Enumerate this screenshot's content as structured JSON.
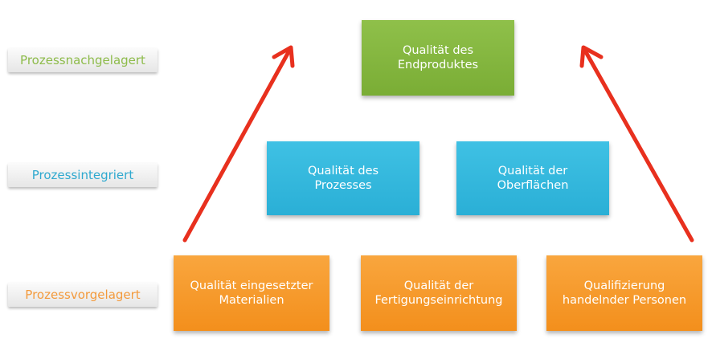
{
  "levels": {
    "post": {
      "label": "Prozessnachgelagert",
      "color": "#8dbb4a"
    },
    "integrated": {
      "label": "Prozessintegriert",
      "color": "#2fa9cf"
    },
    "pre": {
      "label": "Prozessvorgelagert",
      "color": "#f39a3c"
    }
  },
  "boxes": {
    "end_product": {
      "line1": "Qualität des",
      "line2": "Endproduktes"
    },
    "process": {
      "line1": "Qualität des",
      "line2": "Prozesses"
    },
    "surfaces": {
      "line1": "Qualität der",
      "line2": "Oberflächen"
    },
    "materials": {
      "line1": "Qualität eingesetzter",
      "line2": "Materialien"
    },
    "equipment": {
      "line1": "Qualität der",
      "line2": "Fertigungseinrichtung"
    },
    "personnel": {
      "line1": "Qualifizierung",
      "line2": "handelnder Personen"
    }
  },
  "colors": {
    "green": "#84b83f",
    "blue": "#33b7dd",
    "orange": "#f59a2a",
    "arrow": "#e8301e"
  }
}
